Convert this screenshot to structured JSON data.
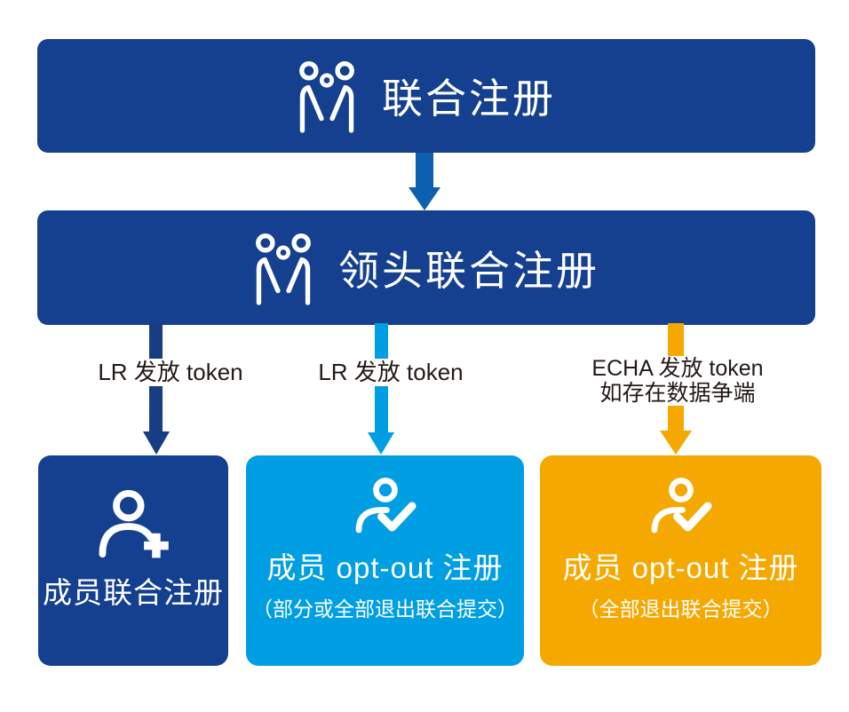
{
  "diagram": {
    "top_box": {
      "label": "联合注册"
    },
    "lead_box": {
      "label": "领头联合注册"
    },
    "arrows": {
      "left": {
        "label": "LR 发放 token",
        "color": "#173D82"
      },
      "middle": {
        "label": "LR 发放 token",
        "color": "#009FE3"
      },
      "right": {
        "label_line1": "ECHA 发放 token",
        "label_line2": "如存在数据争端",
        "color": "#F5A800"
      }
    },
    "connector": {
      "color": "#0D5FAF"
    },
    "bottom_boxes": [
      {
        "title": "成员联合注册",
        "color": "#14408F",
        "icon": "person-add-icon"
      },
      {
        "title": "成员 opt-out 注册",
        "subtitle": "（部分或全部退出联合提交）",
        "color": "#009FE3",
        "icon": "person-check-icon"
      },
      {
        "title": "成员 opt-out 注册",
        "subtitle": "（全部退出联合提交）",
        "color": "#F5A800",
        "icon": "person-check-icon"
      }
    ],
    "colors": {
      "navy": "#14408F",
      "connector_blue": "#0D5FAF",
      "dark_navy_arrow": "#173D82",
      "light_blue": "#009FE3",
      "orange": "#F5A800",
      "label_text": "#231916",
      "background": "#FFFFFF",
      "box_text": "#FFFFFF"
    }
  }
}
